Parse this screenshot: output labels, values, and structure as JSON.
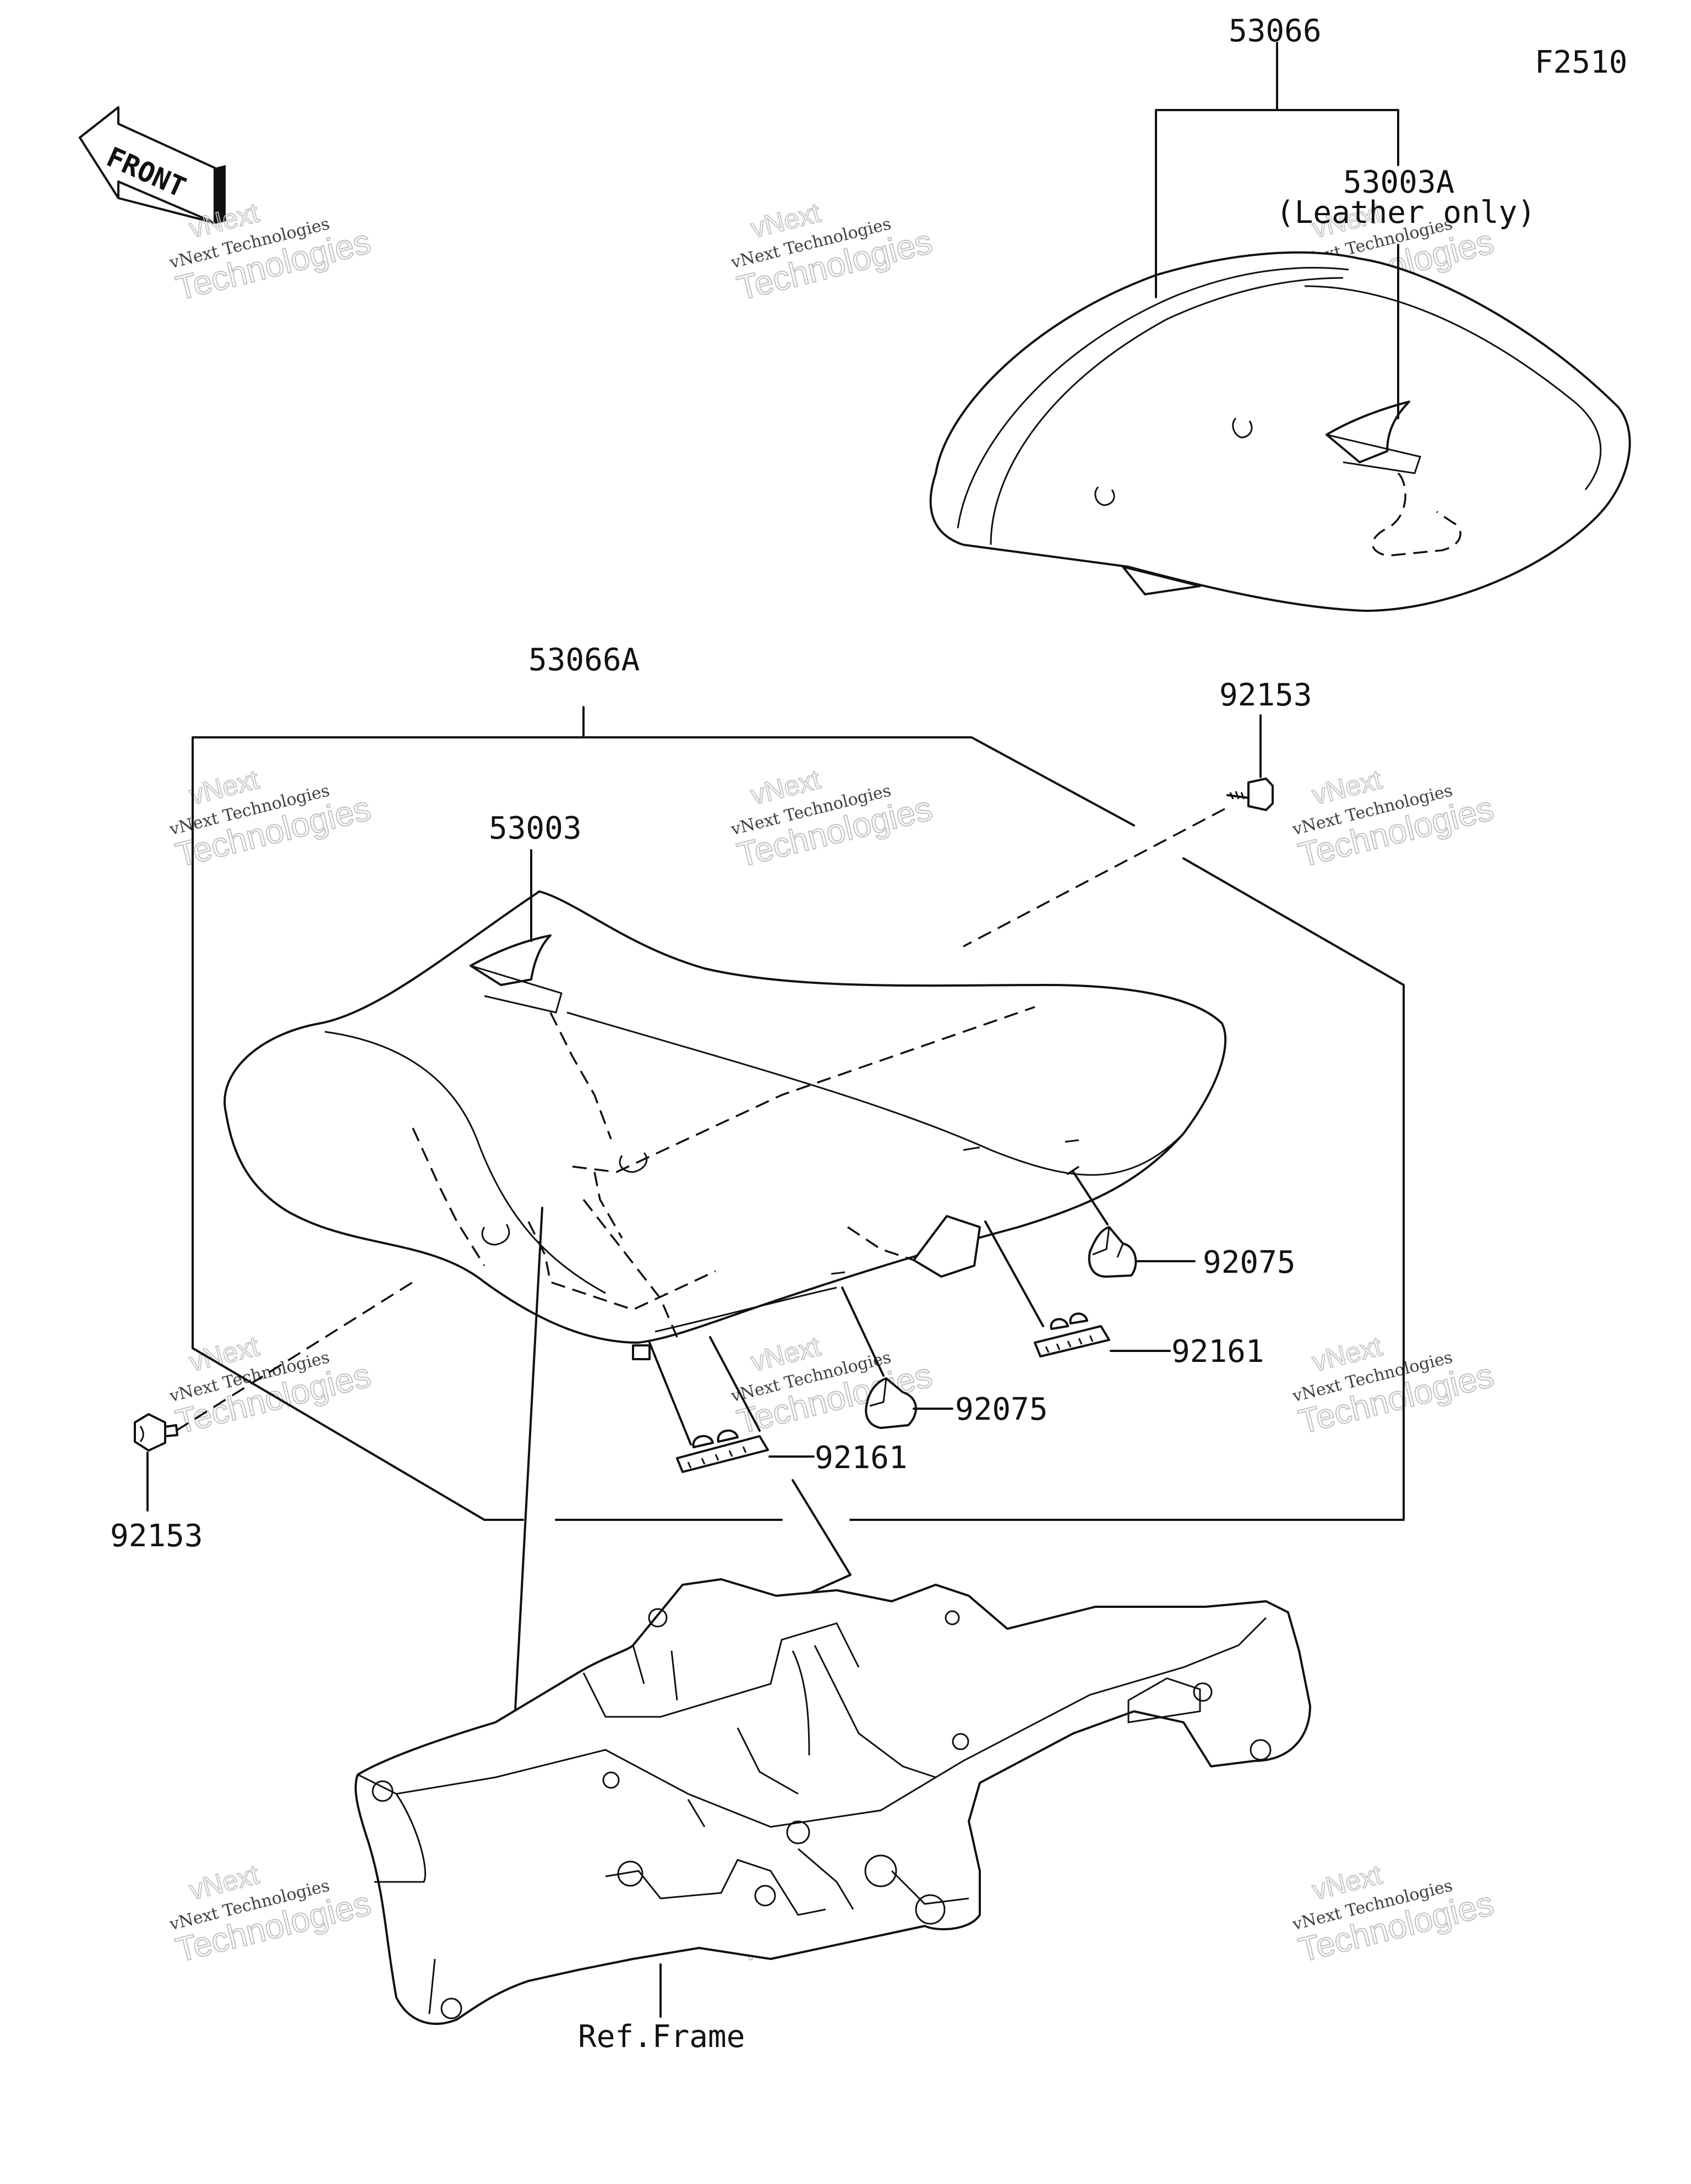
{
  "diagram_code": "F2510",
  "front_arrow_label": "FRONT",
  "labels": {
    "seat_assy": "53066",
    "seat_assy_a": "53066A",
    "cover_a": "53003A",
    "cover_a_note": "(Leather only)",
    "cover": "53003",
    "bolt_right": "92153",
    "bolt_left": "92153",
    "damper_1": "92075",
    "damper_2": "92075",
    "clip_1": "92161",
    "clip_2": "92161",
    "ref_frame": "Ref.Frame"
  },
  "watermark": {
    "line1": "vNext Technologies",
    "line2": "Technologies",
    "line3": "vNext"
  }
}
